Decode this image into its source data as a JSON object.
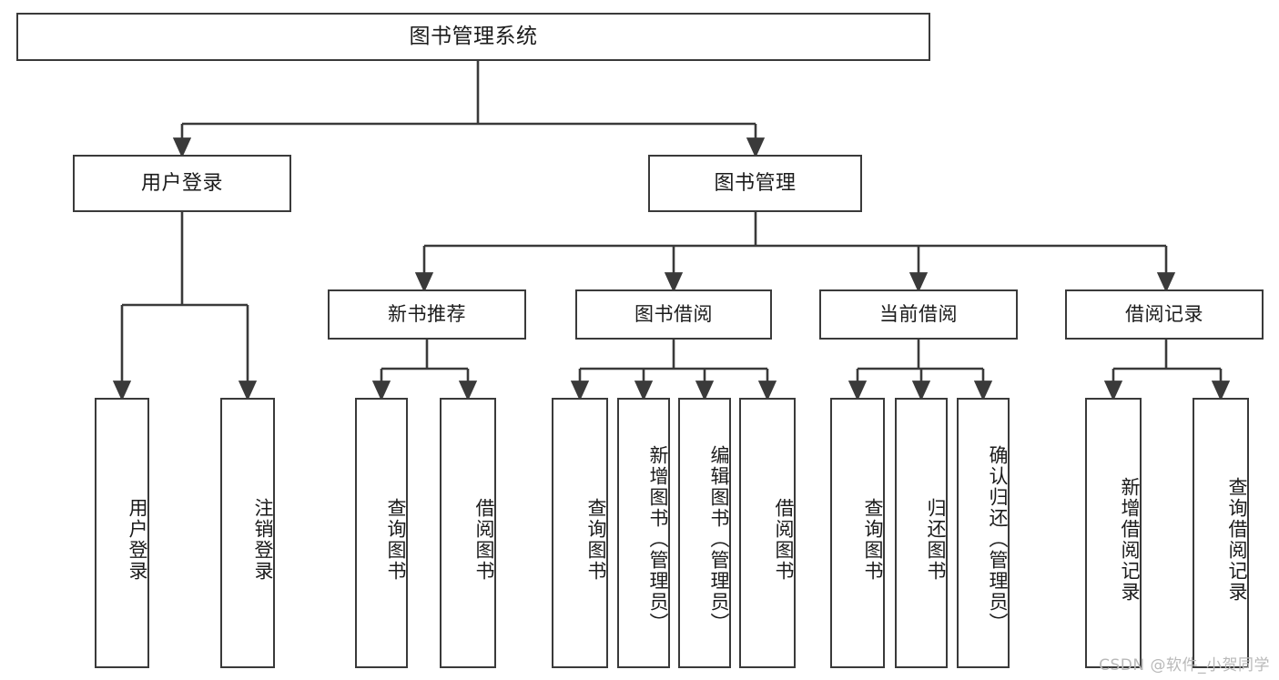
{
  "diagram": {
    "title": "图书管理系统",
    "type": "功能结构图",
    "colors": {
      "stroke": "#3a3a3a",
      "fill": "#ffffff",
      "text": "#1b1b1b",
      "watermark": "#b9b9b9",
      "background": "#ffffff"
    },
    "root": {
      "label": "图书管理系统"
    },
    "level2": [
      {
        "id": "user-login",
        "label": "用户登录"
      },
      {
        "id": "book-management",
        "label": "图书管理"
      }
    ],
    "level3": [
      {
        "id": "new-book-recommend",
        "label": "新书推荐"
      },
      {
        "id": "book-borrow",
        "label": "图书借阅"
      },
      {
        "id": "current-borrow",
        "label": "当前借阅"
      },
      {
        "id": "borrow-record",
        "label": "借阅记录"
      }
    ],
    "leaves": {
      "user_login": [
        {
          "id": "user-login-leaf",
          "label": "用户登录"
        },
        {
          "id": "logout-leaf",
          "label": "注销登录"
        }
      ],
      "new_book_recommend": [
        {
          "id": "query-book-1",
          "label": "查询图书"
        },
        {
          "id": "borrow-book-1",
          "label": "借阅图书"
        }
      ],
      "book_borrow": [
        {
          "id": "query-book-2",
          "label": "查询图书"
        },
        {
          "id": "add-book",
          "label": "新增图书（管理员）"
        },
        {
          "id": "edit-book",
          "label": "编辑图书（管理员）"
        },
        {
          "id": "borrow-book-2",
          "label": "借阅图书"
        }
      ],
      "current_borrow": [
        {
          "id": "query-book-3",
          "label": "查询图书"
        },
        {
          "id": "return-book",
          "label": "归还图书"
        },
        {
          "id": "confirm-return",
          "label": "确认归还（管理员）"
        }
      ],
      "borrow_record": [
        {
          "id": "add-borrow-record",
          "label": "新增借阅记录"
        },
        {
          "id": "query-borrow-record",
          "label": "查询借阅记录"
        }
      ]
    },
    "watermark": "CSDN @软件_小贺同学"
  }
}
